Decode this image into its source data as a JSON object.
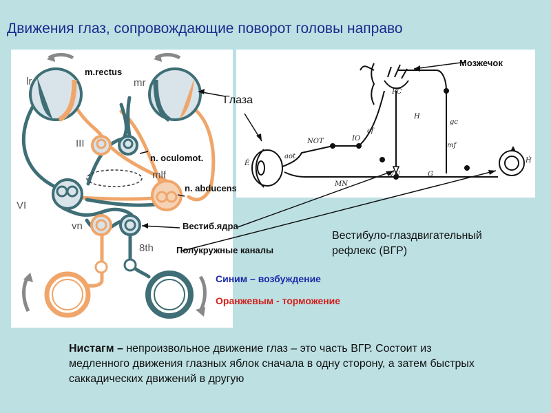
{
  "title": "Движения глаз, сопровождающие поворот головы направо",
  "left_diagram": {
    "labels": {
      "m_rectus": "m.rectus",
      "lr": "lr",
      "mr": "mr",
      "nucleus_iii": "III",
      "n_oculomot": "n. oculomot.",
      "mlf": "mlf",
      "nucleus_vi": "VI",
      "n_abducens": "n. abducens",
      "vn": "vn",
      "vestib_nuclei": "Вестиб.ядра",
      "eighth": "8th",
      "semicircular": "Полукружные каналы",
      "eyes": "Глаза"
    }
  },
  "right_diagram": {
    "labels": {
      "cerebellum": "Мозжечок",
      "pc": "PC",
      "h": "H",
      "gc": "gc",
      "cf": "cf",
      "mf": "mf",
      "io": "IO",
      "not": "NOT",
      "aot": "aot",
      "e_dot": "Ė",
      "mn": "MN",
      "vn": "VN",
      "g": "G",
      "h_dot": "Ḣ"
    }
  },
  "reflex_label": "Вестибуло-глаздвигательный рефлекс (ВГР)",
  "legend": {
    "blue": "Синим – возбуждение",
    "orange": "Оранжевым - торможение"
  },
  "nystagmus": {
    "term": "Нистагм –",
    "text": " непроизвольное движение глаз – это часть ВГР. Состоит из медленного движения  глазных яблок сначала в одну сторону, а затем быстрых саккадических движений в другую"
  },
  "colors": {
    "background": "#bde0e3",
    "excitation": "#3f6e76",
    "inhibition": "#f0a66a",
    "title": "#1a2a8c"
  }
}
